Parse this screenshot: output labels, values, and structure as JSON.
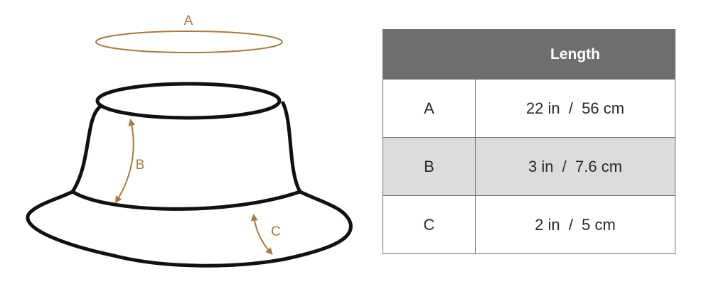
{
  "colors": {
    "accent": "#a97a3a",
    "outline": "#111111",
    "header_bg": "#6e6e70",
    "header_text": "#ffffff",
    "row_bg": "#ffffff",
    "row_alt_bg": "#dcdcde"
  },
  "diagram": {
    "labels": {
      "a": "A",
      "b": "B",
      "c": "C"
    }
  },
  "table": {
    "header": {
      "corner": "",
      "length": "Length"
    },
    "rows": [
      {
        "key": "A",
        "value": "22 in  /  56 cm"
      },
      {
        "key": "B",
        "value": "3 in  /  7.6 cm"
      },
      {
        "key": "C",
        "value": "2 in  /  5 cm"
      }
    ]
  }
}
